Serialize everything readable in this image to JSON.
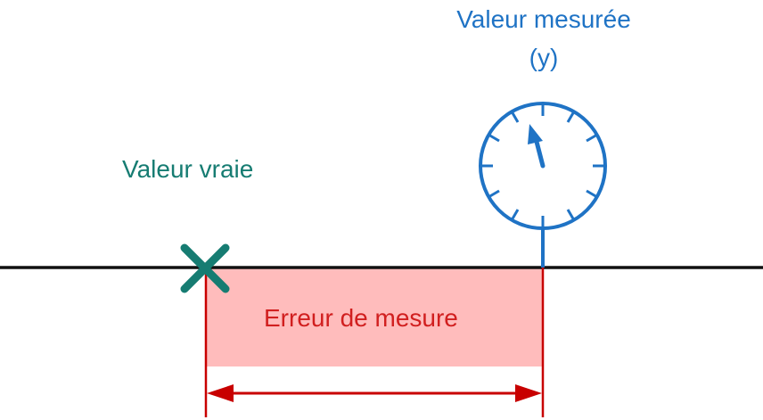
{
  "labels": {
    "measured_value": "Valeur mesurée",
    "measured_symbol": "(y)",
    "true_value": "Valeur vraie",
    "measurement_error": "Erreur de mesure"
  },
  "colors": {
    "measured": "#1f73c5",
    "true": "#167c72",
    "error_text": "#d11f1f",
    "error_fill": "#ffbcbc",
    "error_arrow": "#c80000",
    "axis": "#111111"
  },
  "icons": {
    "true_value_marker": "cross-marker-icon",
    "measured_instrument": "gauge-icon"
  }
}
